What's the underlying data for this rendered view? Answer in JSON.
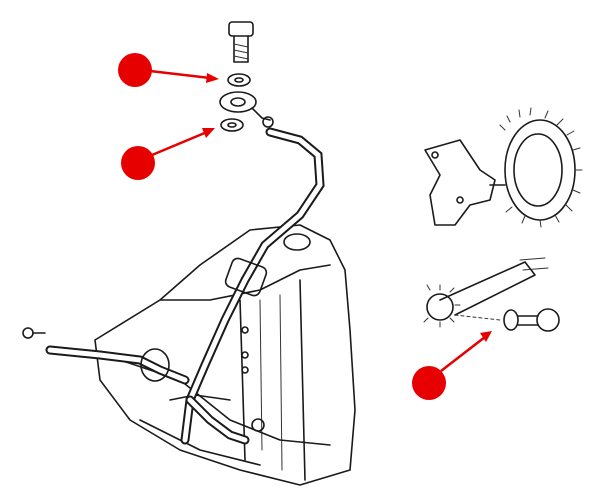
{
  "colors": {
    "marker": "#e60000",
    "ink": "#1a1a1a",
    "background": "#ffffff"
  },
  "markers": [
    {
      "name": "banjo-bolt-upper-washer"
    },
    {
      "name": "banjo-bolt-lower-washer"
    },
    {
      "name": "pump-side-banjo-bolt"
    }
  ]
}
